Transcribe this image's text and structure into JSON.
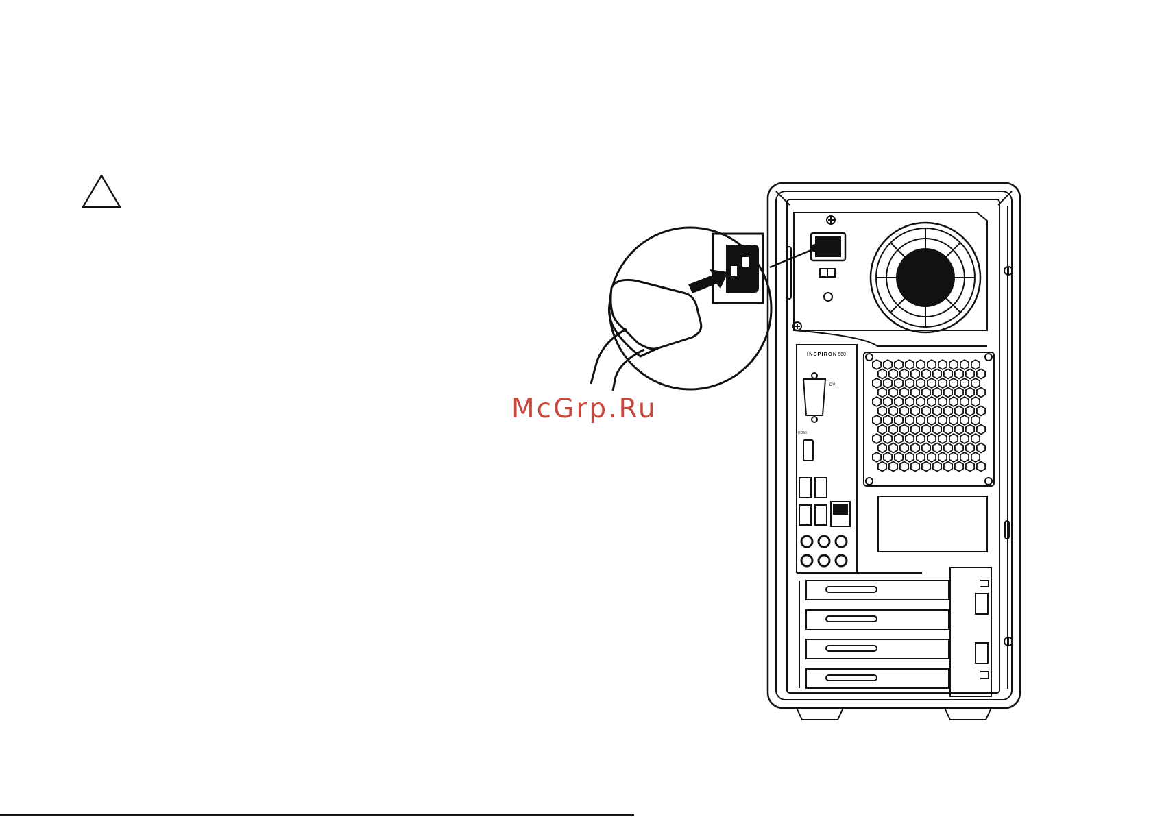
{
  "page": {
    "watermark": "McGrp.Ru"
  },
  "icons": {
    "warning": "warning-triangle-icon",
    "illustration": "computer-rear-power-cable-illustration"
  },
  "illustration": {
    "brand_label": "INSPIRON",
    "model_label": "· 560",
    "vga_label": "DVI",
    "hdmi_label": "HDMI"
  },
  "colors": {
    "line": "#111111",
    "watermark": "#c0392b",
    "background": "#ffffff"
  }
}
